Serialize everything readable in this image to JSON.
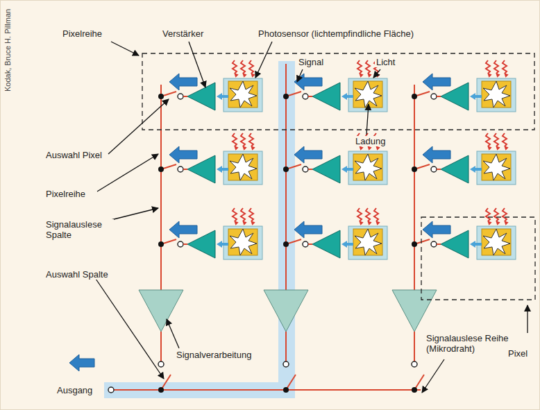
{
  "diagram": {
    "labels": [
      "Kodak, Bruce H. Pillman",
      "Pixelreihe",
      "Verstärker",
      "Photosensor (lichtempfindliche Fläche)",
      "Signal",
      "Licht",
      "Ladung",
      "Auswahl Pixel",
      "Pixelreihe",
      "Signalauslese Spalte",
      "Auswahl Spalte",
      "Signalverarbeitung",
      "Signalauslese Reihe (Mikrodraht)",
      "Pixel",
      "Ausgang"
    ]
  }
}
